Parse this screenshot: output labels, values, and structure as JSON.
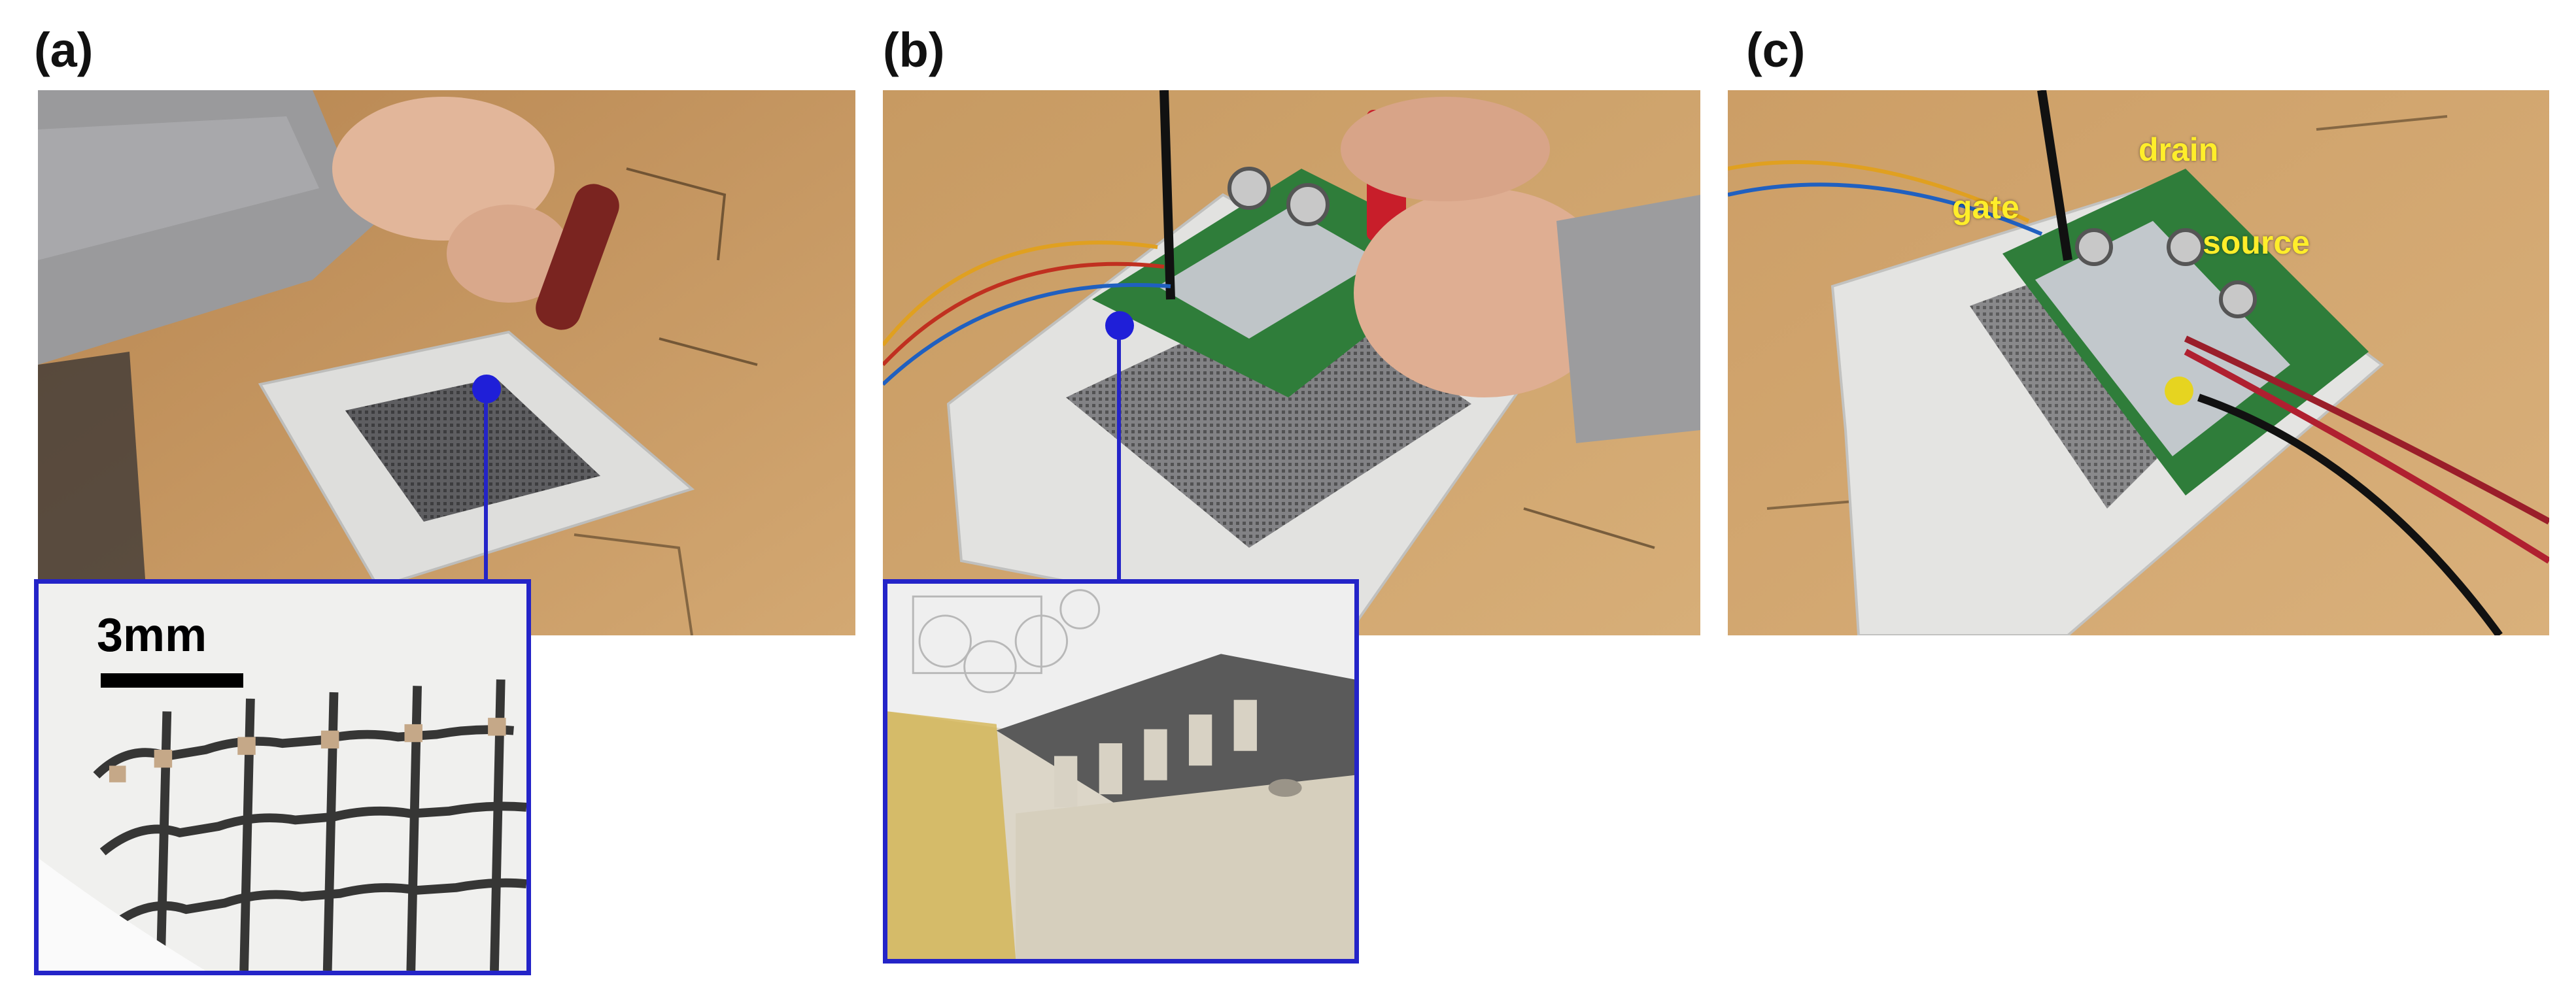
{
  "panels": {
    "a": {
      "label": "(a)",
      "scale_label": "3mm"
    },
    "b": {
      "label": "(b)"
    },
    "c": {
      "label": "(c)",
      "annotations": {
        "gate": "gate",
        "drain": "drain",
        "source": "source"
      }
    }
  },
  "colors": {
    "callout": "#2424c8",
    "annotation_text": "#ffee2a",
    "workbench": "#c89a62",
    "fixture_plate": "#e6e6e4",
    "pcb": "#2f7d3a"
  }
}
